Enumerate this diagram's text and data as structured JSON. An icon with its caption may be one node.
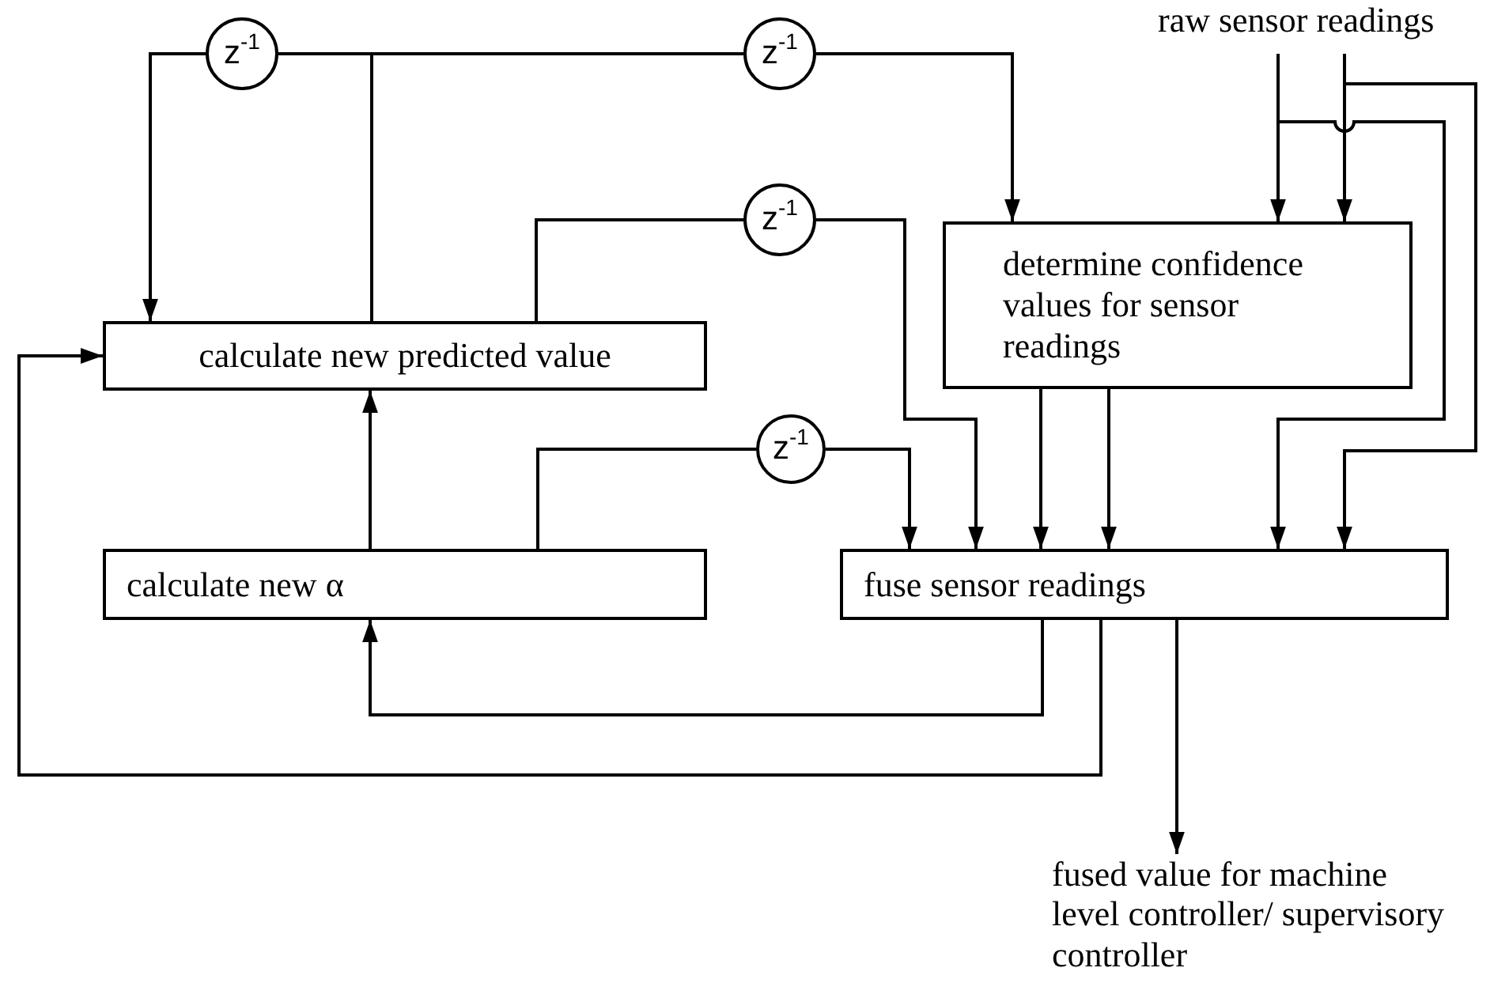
{
  "diagram": {
    "nodes": [
      {
        "text": [
          "calculate new predicted value"
        ]
      },
      {
        "text": [
          "determine confidence values for sensor readings"
        ]
      },
      {
        "text": [
          "calculate new α"
        ]
      },
      {
        "text": [
          "fuse sensor readings"
        ]
      },
      {
        "text": [
          "raw sensor readings"
        ]
      },
      {
        "text": [
          "fused value for machine level controller/ supervisory controller"
        ]
      },
      {
        "text": [
          "z$^{-1}$"
        ]
      },
      {
        "text": [
          "z$^{-1}$"
        ]
      },
      {
        "text": [
          "z$^{-1}$"
        ]
      },
      {
        "text": [
          "z$^{-1}$"
        ]
      }
    ],
    "edges": [
      {
        "from": 0,
        "to": 6,
        "arrow": "none"
      },
      {
        "from": 6,
        "to": 0,
        "arrow": "to"
      },
      {
        "from": 0,
        "to": 7,
        "arrow": "none"
      },
      {
        "from": 7,
        "to": 1,
        "arrow": "to"
      },
      {
        "from": 0,
        "to": 8,
        "arrow": "none"
      },
      {
        "from": 8,
        "to": 3,
        "arrow": "to"
      },
      {
        "from": 2,
        "to": 9,
        "arrow": "none"
      },
      {
        "from": 9,
        "to": 3,
        "arrow": "to"
      },
      {
        "from": 2,
        "to": 0,
        "arrow": "to"
      },
      {
        "from": 1,
        "to": 3,
        "arrow": "to"
      },
      {
        "from": 1,
        "to": 3,
        "arrow": "to"
      },
      {
        "from": 4,
        "to": 1,
        "arrow": "to"
      },
      {
        "from": 4,
        "to": 1,
        "arrow": "to"
      },
      {
        "from": 4,
        "to": 3,
        "arrow": "to"
      },
      {
        "from": 4,
        "to": 3,
        "arrow": "to"
      },
      {
        "from": 3,
        "to": 2,
        "arrow": "to"
      },
      {
        "from": 3,
        "to": 0,
        "arrow": "to"
      },
      {
        "from": 3,
        "to": 5,
        "arrow": "to"
      }
    ]
  }
}
